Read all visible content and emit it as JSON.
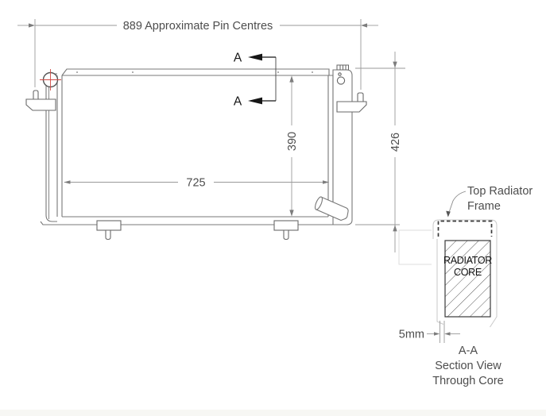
{
  "labels": {
    "pin_centres": "889 Approximate Pin Centres",
    "core_width": "725",
    "core_height": "390",
    "overall_height": "426",
    "frame_gap": "5mm",
    "section_marker": "A",
    "callout_line1": "Top Radiator",
    "callout_line2": "Frame",
    "core_line1": "RADIATOR",
    "core_line2": "CORE",
    "caption_line1": "A-A",
    "caption_line2": "Section View",
    "caption_line3": "Through Core"
  },
  "dimensions": {
    "pin_centres_value": "889",
    "core_width_value": "725",
    "core_height_value": "390",
    "overall_height_value": "426",
    "frame_gap_value": "5mm"
  },
  "colors": {
    "background": "#ffffff",
    "body_line": "#787878",
    "detail_line": "#666666",
    "dimension_line": "#9a9a9a",
    "dimension_arrow": "#7d7d7d",
    "text": "#4d4d4d",
    "section_black": "#161616",
    "red_accent": "#d04a45",
    "faint_line": "#dedede",
    "section_outline": "#c9c9c9",
    "dashed_frame": "#3a3a3a",
    "footer_strip": "#f7f7f4"
  }
}
